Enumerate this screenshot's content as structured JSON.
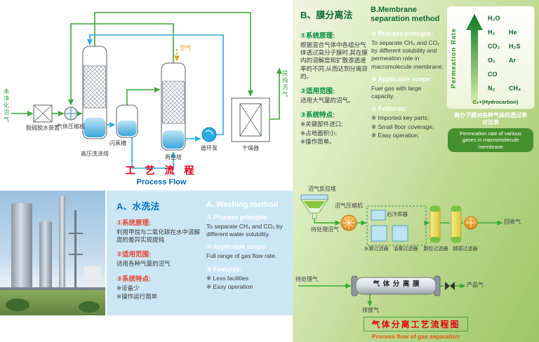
{
  "flow_a": {
    "title_cn": "工 艺 流 程",
    "title_en": "Process Flow",
    "labels": {
      "raw_gas": "未净化沼气",
      "pretreat": "脱硫脱水装置",
      "compressor": "气体压缩机",
      "wash_tower": "高压洗涤塔",
      "flash_tank": "闪蒸槽",
      "regen_tower": "再生塔",
      "air": "空气",
      "pump": "循环泵",
      "dryer": "干燥器",
      "product_gas": "提纯沼气"
    }
  },
  "panel_a": {
    "title_cn": "A、水洗法",
    "title_en": "A. Washing method",
    "cn": {
      "s1_head": "①系统原理:",
      "s1_body": "利用甲烷与二氧化碳在水中溶解度的差异实现提纯",
      "s2_head": "②适用范围:",
      "s2_body": "适用各种气量的沼气",
      "s3_head": "③系统特点:",
      "s3_item1": "※设备少",
      "s3_item2": "※操作运行简单"
    },
    "en": {
      "s1_head": "① Process principle:",
      "s1_body": "To separate CH₄ and CO₂ by different water solubility.",
      "s2_head": "② Applicable scope:",
      "s2_body": "Full range of gas flow rate.",
      "s3_head": "③ Features:",
      "s3_item1": "※ Less facilities",
      "s3_item2": "※ Easy operation"
    }
  },
  "panel_b": {
    "title_cn": "B、膜分离法",
    "title_en": "B.Membrane separation method",
    "cn": {
      "s1_head": "①系统原理:",
      "s1_body": "根据混合气体中各组分气体透过高分子膜时,其在膜内的溶解度和扩散渗透速率的不同,从而达到分离目的。",
      "s2_head": "②适用范围:",
      "s2_body": "适用大气量的沼气。",
      "s3_head": "③系统特点:",
      "s3_item1": "※关键部件进口;",
      "s3_item2": "※占地面积小;",
      "s3_item3": "※操作简单。"
    },
    "en": {
      "s1_head": "① Process principle:",
      "s1_body": "To separate CH₄ and CO₂ by different solubility and permeation rate in macromolecule membrane.",
      "s2_head": "② Applicable scope:",
      "s2_body": "Fuel gas with large capacity.",
      "s3_head": "③ Features:",
      "s3_item1": "※ Imported key parts;",
      "s3_item2": "※ Small floor coverage;",
      "s3_item3": "※ Easy operation."
    },
    "flow": {
      "reactor": "沼气反应堆",
      "raw_gas": "待处理沼气",
      "compressor": "沼气压缩机",
      "aftercooler": "后冷却器",
      "water_filter": "水雾过滤器",
      "oil_filter": "油雾过滤器",
      "particle_filter": "颗粒过滤器",
      "fine_filter": "精密过滤器",
      "recycle_gas": "回收气",
      "feed_gas": "待处理气",
      "membrane": "气 体 分 离 膜",
      "product_gas": "产品气",
      "exhaust_gas": "排放气",
      "title_cn": "气体分离工艺流程图",
      "title_en": "Process flow of gas separation"
    }
  },
  "chart_data": {
    "type": "table",
    "title": "Permeation Rate",
    "caption_cn": "高分子膜对各种气体的透过率对比表",
    "caption_en": "Permeation rate of various gases in macromolecule membrane",
    "gases_high_to_low": [
      "H₂O",
      "H₂",
      "He",
      "CO₂",
      "H₂S",
      "O₂",
      "Ar",
      "CO",
      "N₂",
      "CH₄",
      "C₂+(Hydrocarbon)"
    ],
    "rows": [
      {
        "a": "H₂O",
        "b": ""
      },
      {
        "a": "H₂",
        "b": "He"
      },
      {
        "a": "CO₂",
        "b": "H₂S"
      },
      {
        "a": "O₂",
        "b": "Ar"
      },
      {
        "a": "CO",
        "b": ""
      },
      {
        "a": "N₂",
        "b": "CH₄"
      }
    ],
    "bottom": "C₂+(Hydrocarbon)"
  }
}
